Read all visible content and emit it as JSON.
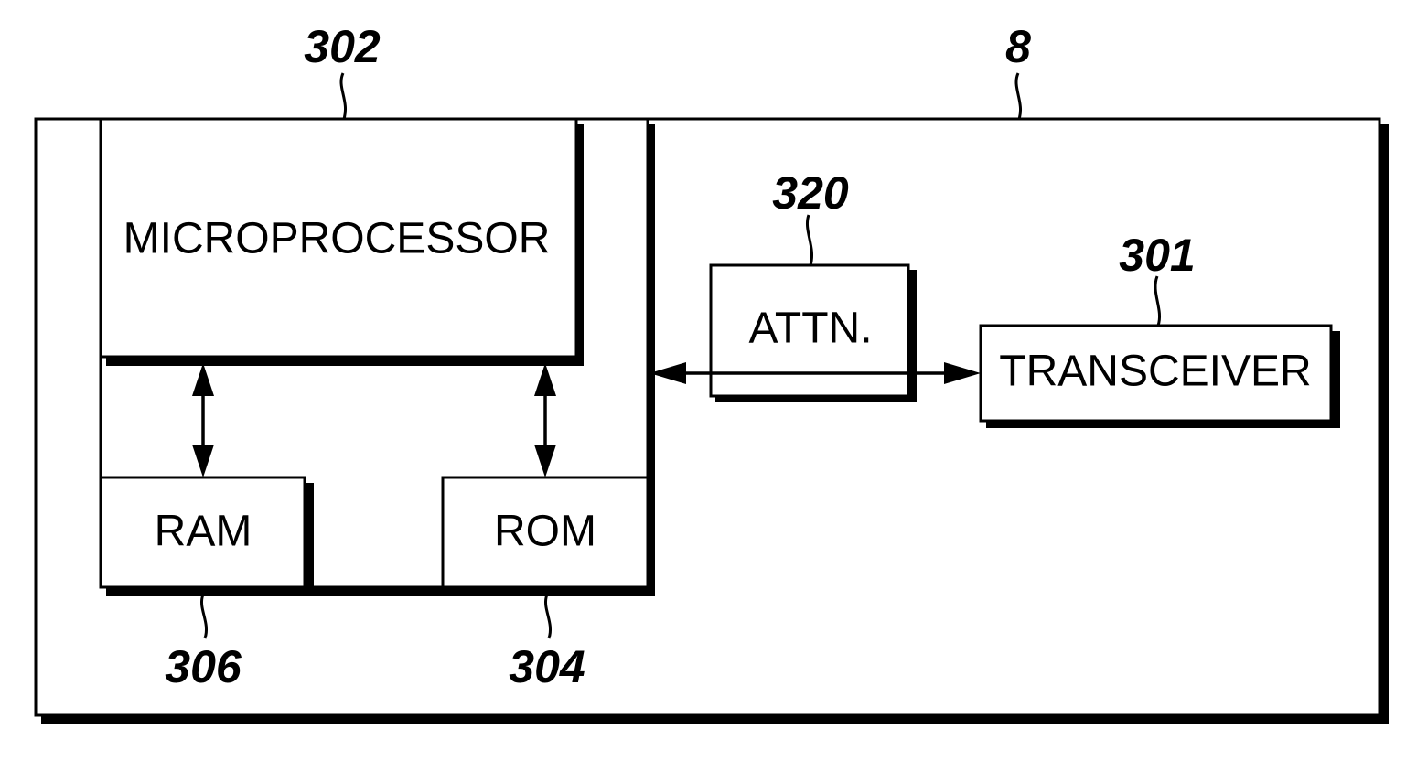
{
  "labels": {
    "microprocessor": "MICROPROCESSOR",
    "attenuator": "ATTN.",
    "transceiver": "TRANSCEIVER",
    "ram": "RAM",
    "rom": "ROM"
  },
  "refs": {
    "device": "8",
    "microprocessor": "302",
    "attenuator": "320",
    "transceiver": "301",
    "ram": "306",
    "rom": "304"
  }
}
